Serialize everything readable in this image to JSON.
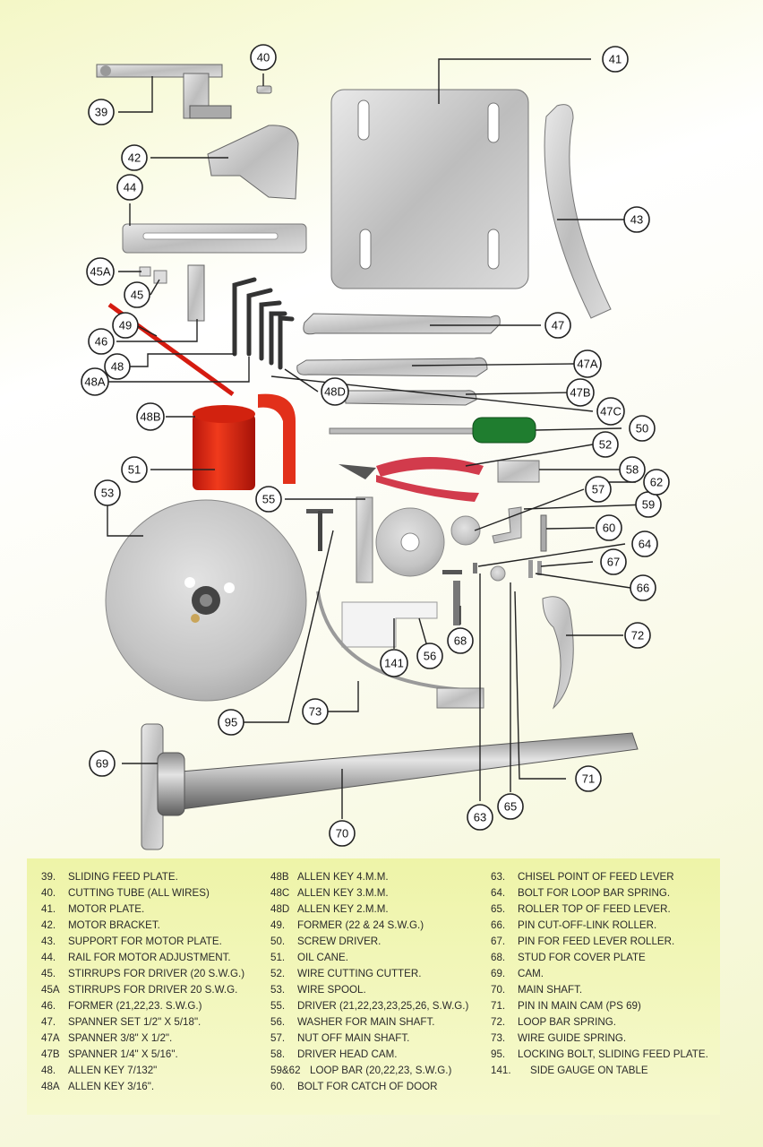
{
  "callouts": [
    "39",
    "40",
    "41",
    "42",
    "43",
    "44",
    "45A",
    "45",
    "46",
    "47",
    "48",
    "48A",
    "48B",
    "48D",
    "47A",
    "47B",
    "47C",
    "49",
    "50",
    "51",
    "52",
    "53",
    "55",
    "56",
    "57",
    "58",
    "59",
    "60",
    "62",
    "63",
    "64",
    "65",
    "66",
    "67",
    "68",
    "69",
    "70",
    "71",
    "72",
    "73",
    "95",
    "141"
  ],
  "legend": {
    "col1": [
      {
        "n": "39.",
        "t": "SLIDING FEED PLATE."
      },
      {
        "n": "40.",
        "t": "CUTTING TUBE (ALL WIRES)"
      },
      {
        "n": "41.",
        "t": "MOTOR PLATE."
      },
      {
        "n": "42.",
        "t": "MOTOR BRACKET."
      },
      {
        "n": "43.",
        "t": "SUPPORT FOR MOTOR PLATE."
      },
      {
        "n": "44.",
        "t": "RAIL FOR MOTOR ADJUSTMENT."
      },
      {
        "n": "45.",
        "t": "STIRRUPS FOR DRIVER (20 S.W.G.)"
      },
      {
        "n": "45A",
        "t": "STIRRUPS FOR DRIVER 20 S.W.G."
      },
      {
        "n": "46.",
        "t": "FORMER (21,22,23. S.W.G.)"
      },
      {
        "n": "47.",
        "t": "SPANNER SET 1/2\" X 5/18\"."
      },
      {
        "n": "47A",
        "t": "SPANNER 3/8\" X 1/2\"."
      },
      {
        "n": "47B",
        "t": "SPANNER 1/4\" X 5/16\"."
      },
      {
        "n": "48.",
        "t": "ALLEN KEY 7/132\""
      },
      {
        "n": "48A",
        "t": "ALLEN KEY 3/16\"."
      }
    ],
    "col2": [
      {
        "n": "48B",
        "t": "ALLEN KEY 4.M.M."
      },
      {
        "n": "48C",
        "t": "ALLEN KEY 3.M.M."
      },
      {
        "n": "48D",
        "t": "ALLEN KEY 2.M.M."
      },
      {
        "n": "49.",
        "t": "FORMER (22 & 24 S.W.G.)"
      },
      {
        "n": "50.",
        "t": "SCREW DRIVER."
      },
      {
        "n": "51.",
        "t": "OIL CANE."
      },
      {
        "n": "52.",
        "t": "WIRE CUTTING CUTTER."
      },
      {
        "n": "53.",
        "t": "WIRE SPOOL."
      },
      {
        "n": "55.",
        "t": "DRIVER (21,22,23,23,25,26, S.W.G.)"
      },
      {
        "n": "56.",
        "t": "WASHER FOR MAIN SHAFT."
      },
      {
        "n": "57.",
        "t": "NUT OFF MAIN SHAFT."
      },
      {
        "n": "58.",
        "t": "DRIVER HEAD CAM."
      },
      {
        "n": "59&62",
        "t": "LOOP BAR (20,22,23, S.W.G.)"
      },
      {
        "n": "60.",
        "t": "BOLT FOR CATCH OF DOOR"
      }
    ],
    "col3": [
      {
        "n": "63.",
        "t": "CHISEL POINT OF FEED LEVER"
      },
      {
        "n": "64.",
        "t": "BOLT FOR LOOP BAR SPRING."
      },
      {
        "n": "65.",
        "t": "ROLLER TOP OF FEED LEVER."
      },
      {
        "n": "66.",
        "t": "PIN CUT-OFF-LINK ROLLER."
      },
      {
        "n": "67.",
        "t": "PIN FOR FEED LEVER ROLLER."
      },
      {
        "n": "68.",
        "t": "STUD FOR COVER PLATE"
      },
      {
        "n": "69.",
        "t": "CAM."
      },
      {
        "n": "70.",
        "t": "MAIN SHAFT."
      },
      {
        "n": "71.",
        "t": "PIN IN MAIN CAM (PS 69)"
      },
      {
        "n": "72.",
        "t": "LOOP BAR SPRING."
      },
      {
        "n": "73.",
        "t": "WIRE GUIDE SPRING."
      },
      {
        "n": "95.",
        "t": "LOCKING BOLT, SLIDING FEED PLATE."
      },
      {
        "n": "141.",
        "t": "SIDE GAUGE ON TABLE"
      }
    ]
  }
}
